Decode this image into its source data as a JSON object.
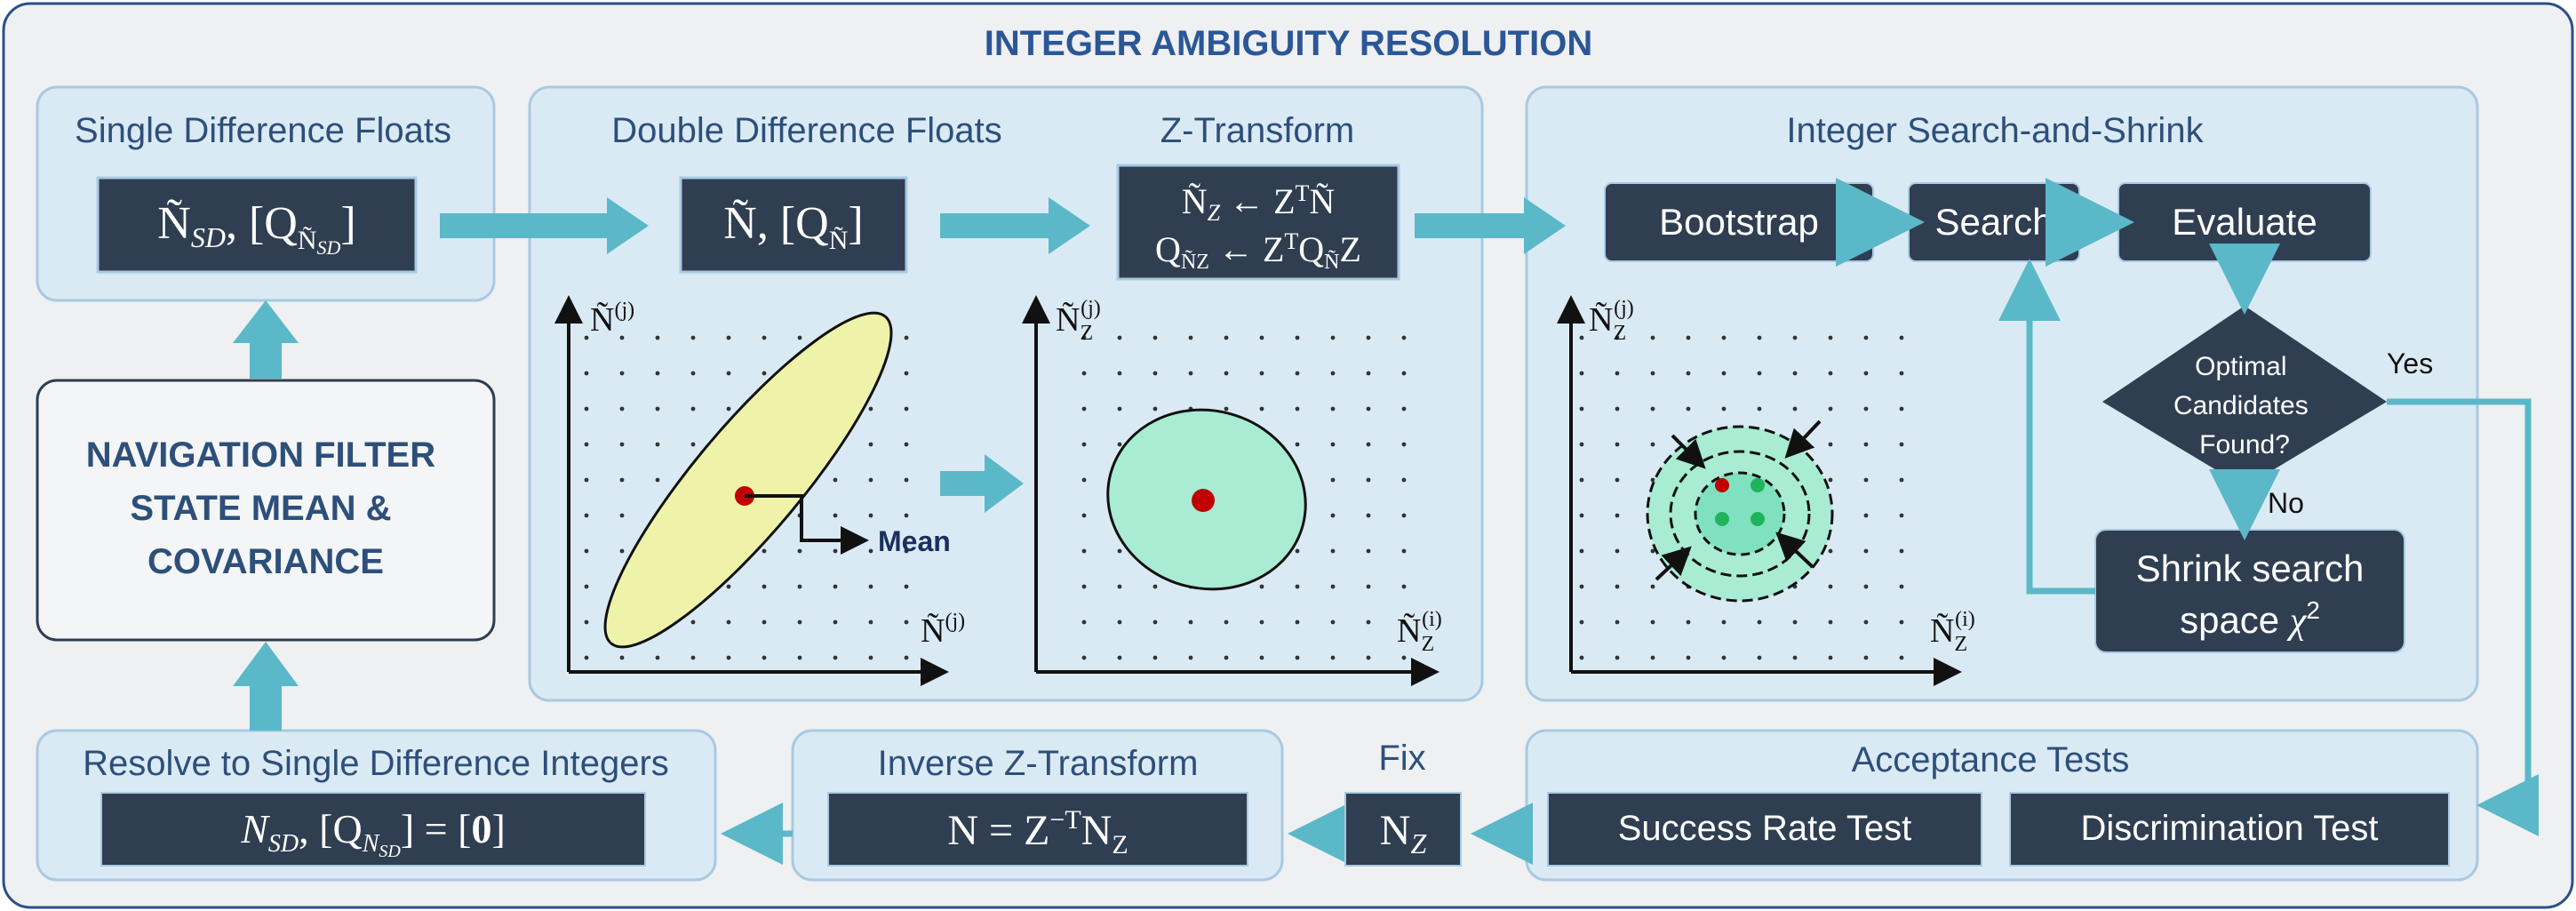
{
  "title": "INTEGER AMBIGUITY RESOLUTION",
  "colors": {
    "frame_bg": "#eef0f2",
    "frame_border": "#2c4f8a",
    "panel_bg": "#daeaf4",
    "panel_border": "#a9c9e2",
    "dark_box": "#2f3e51",
    "arrow": "#5bb8c8",
    "title_blue": "#2b5797",
    "header_text": "#2d4f7a",
    "ellipse_yellow": "#eef3a9",
    "ellipse_green": "#a8ecd3",
    "mean_dot": "#c00000",
    "candidate_dot": "#1fb35c"
  },
  "single_diff": {
    "title": "Single Difference Floats",
    "box": {
      "main": "Ñ",
      "sub": "SD",
      "cov_open": ", [Q",
      "cov_sub": "Ñ",
      "cov_subsub": "SD",
      "cov_close": "]"
    }
  },
  "nav_filter": {
    "line1": "NAVIGATION FILTER",
    "line2": "STATE MEAN &",
    "line3": "COVARIANCE"
  },
  "double_diff": {
    "title": "Double Difference Floats",
    "box": {
      "main": "Ñ, [Q",
      "sub": "Ñ",
      "close": "]"
    },
    "plot": {
      "y_label": "Ñ",
      "y_sup": "(j)",
      "x_label": "Ñ",
      "x_sup": "(j)",
      "mean_label": "Mean"
    }
  },
  "z_transform": {
    "title": "Z-Transform",
    "line1": {
      "lhs": "Ñ",
      "lhs_sub": "Z",
      "arrow": " ← Z",
      "sup": "T",
      "rhs": "Ñ"
    },
    "line2": {
      "lhs": "Q",
      "lhs_sub": "ÑZ",
      "arrow": " ← Z",
      "sup": "T",
      "rhs": "Q",
      "rhs_sub": "Ñ",
      "tail": "Z"
    },
    "plot": {
      "y_label": "Ñ",
      "y_sub": "Z",
      "y_sup": "(j)",
      "x_label": "Ñ",
      "x_sub": "Z",
      "x_sup": "(i)"
    }
  },
  "search": {
    "title": "Integer Search-and-Shrink",
    "bootstrap": "Bootstrap",
    "search_btn": "Search",
    "evaluate": "Evaluate",
    "decision": {
      "line1": "Optimal",
      "line2": "Candidates",
      "line3": "Found?"
    },
    "yes": "Yes",
    "no": "No",
    "shrink": {
      "line1": "Shrink search",
      "line2": "space ",
      "chi": "χ",
      "chi_sup": "2"
    },
    "plot": {
      "y_label": "Ñ",
      "y_sub": "Z",
      "y_sup": "(j)",
      "x_label": "Ñ",
      "x_sub": "Z",
      "x_sup": "(i)"
    }
  },
  "acceptance": {
    "title": "Acceptance Tests",
    "success": "Success Rate Test",
    "discrimination": "Discrimination Test"
  },
  "fix": {
    "label": "Fix",
    "main": "N",
    "sub": "Z"
  },
  "inverse_z": {
    "title": "Inverse Z-Transform",
    "lhs": "N = Z",
    "sup": "−T",
    "rhs": "N",
    "rhs_sub": "Z"
  },
  "resolve": {
    "title": "Resolve to Single Difference Integers",
    "main": "N",
    "sub": "SD",
    "mid": ", [Q",
    "q_sub": "N",
    "q_subsub": "SD",
    "tail": "] = [",
    "zero": "0",
    "close": "]"
  }
}
